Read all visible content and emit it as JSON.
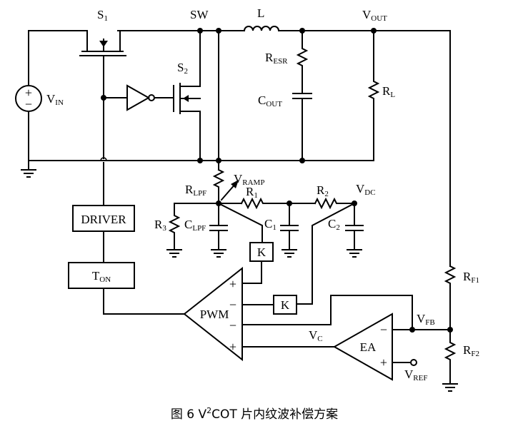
{
  "labels": {
    "s1": "S",
    "s1_sub": "1",
    "sw": "SW",
    "l": "L",
    "vout": "V",
    "vout_sub": "OUT",
    "vin": "V",
    "vin_sub": "IN",
    "s2": "S",
    "s2_sub": "2",
    "resr": "R",
    "resr_sub": "ESR",
    "cout": "C",
    "cout_sub": "OUT",
    "rl": "R",
    "rl_sub": "L",
    "rlpf": "R",
    "rlpf_sub": "LPF",
    "vramp": "V",
    "vramp_sub": "RAMP",
    "r1": "R",
    "r1_sub": "1",
    "r2": "R",
    "r2_sub": "2",
    "vdc": "V",
    "vdc_sub": "DC",
    "r3": "R",
    "r3_sub": "3",
    "clpf": "C",
    "clpf_sub": "LPF",
    "c1": "C",
    "c1_sub": "1",
    "c2": "C",
    "c2_sub": "2",
    "driver": "DRIVER",
    "ton": "T",
    "ton_sub": "ON",
    "k1": "K",
    "k2": "K",
    "pwm": "PWM",
    "ea": "EA",
    "vc": "V",
    "vc_sub": "C",
    "vfb": "V",
    "vfb_sub": "FB",
    "rf1": "R",
    "rf1_sub": "F1",
    "rf2": "R",
    "rf2_sub": "F2",
    "vref": "V",
    "vref_sub": "REF",
    "plus": "+",
    "minus": "−"
  },
  "caption": {
    "prefix": "图 6 V",
    "sup": "2",
    "suffix": "COT 片内纹波补偿方案"
  }
}
